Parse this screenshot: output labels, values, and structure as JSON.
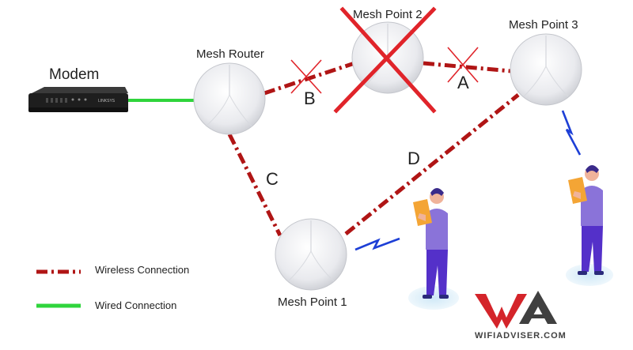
{
  "nodes": {
    "modem": "Modem",
    "mesh_router": "Mesh Router",
    "mesh_point_1": "Mesh Point 1",
    "mesh_point_2": "Mesh Point 2",
    "mesh_point_3": "Mesh Point 3",
    "modem_brand": "LINKSYS"
  },
  "links": {
    "a": "A",
    "b": "B",
    "c": "C",
    "d": "D"
  },
  "legend": {
    "wireless": "Wireless Connection",
    "wired": "Wired Connection"
  },
  "branding": {
    "site": "WIFIADVISER.COM"
  },
  "colors": {
    "wireless_line": "#b01515",
    "wired_line": "#2fd43c",
    "cross_mark": "#e0242a",
    "signal": "#1d3fd6",
    "person_shirt": "#8a73d9",
    "person_pants": "#5430c9",
    "tablet": "#f4a535",
    "logo_red": "#d4242a",
    "logo_dark": "#404040"
  },
  "icons": {
    "device": "mesh-dome-icon",
    "modem": "modem-icon",
    "failed": "x-cross-icon",
    "signal": "lightning-signal-icon",
    "user": "person-with-tablet-icon"
  }
}
